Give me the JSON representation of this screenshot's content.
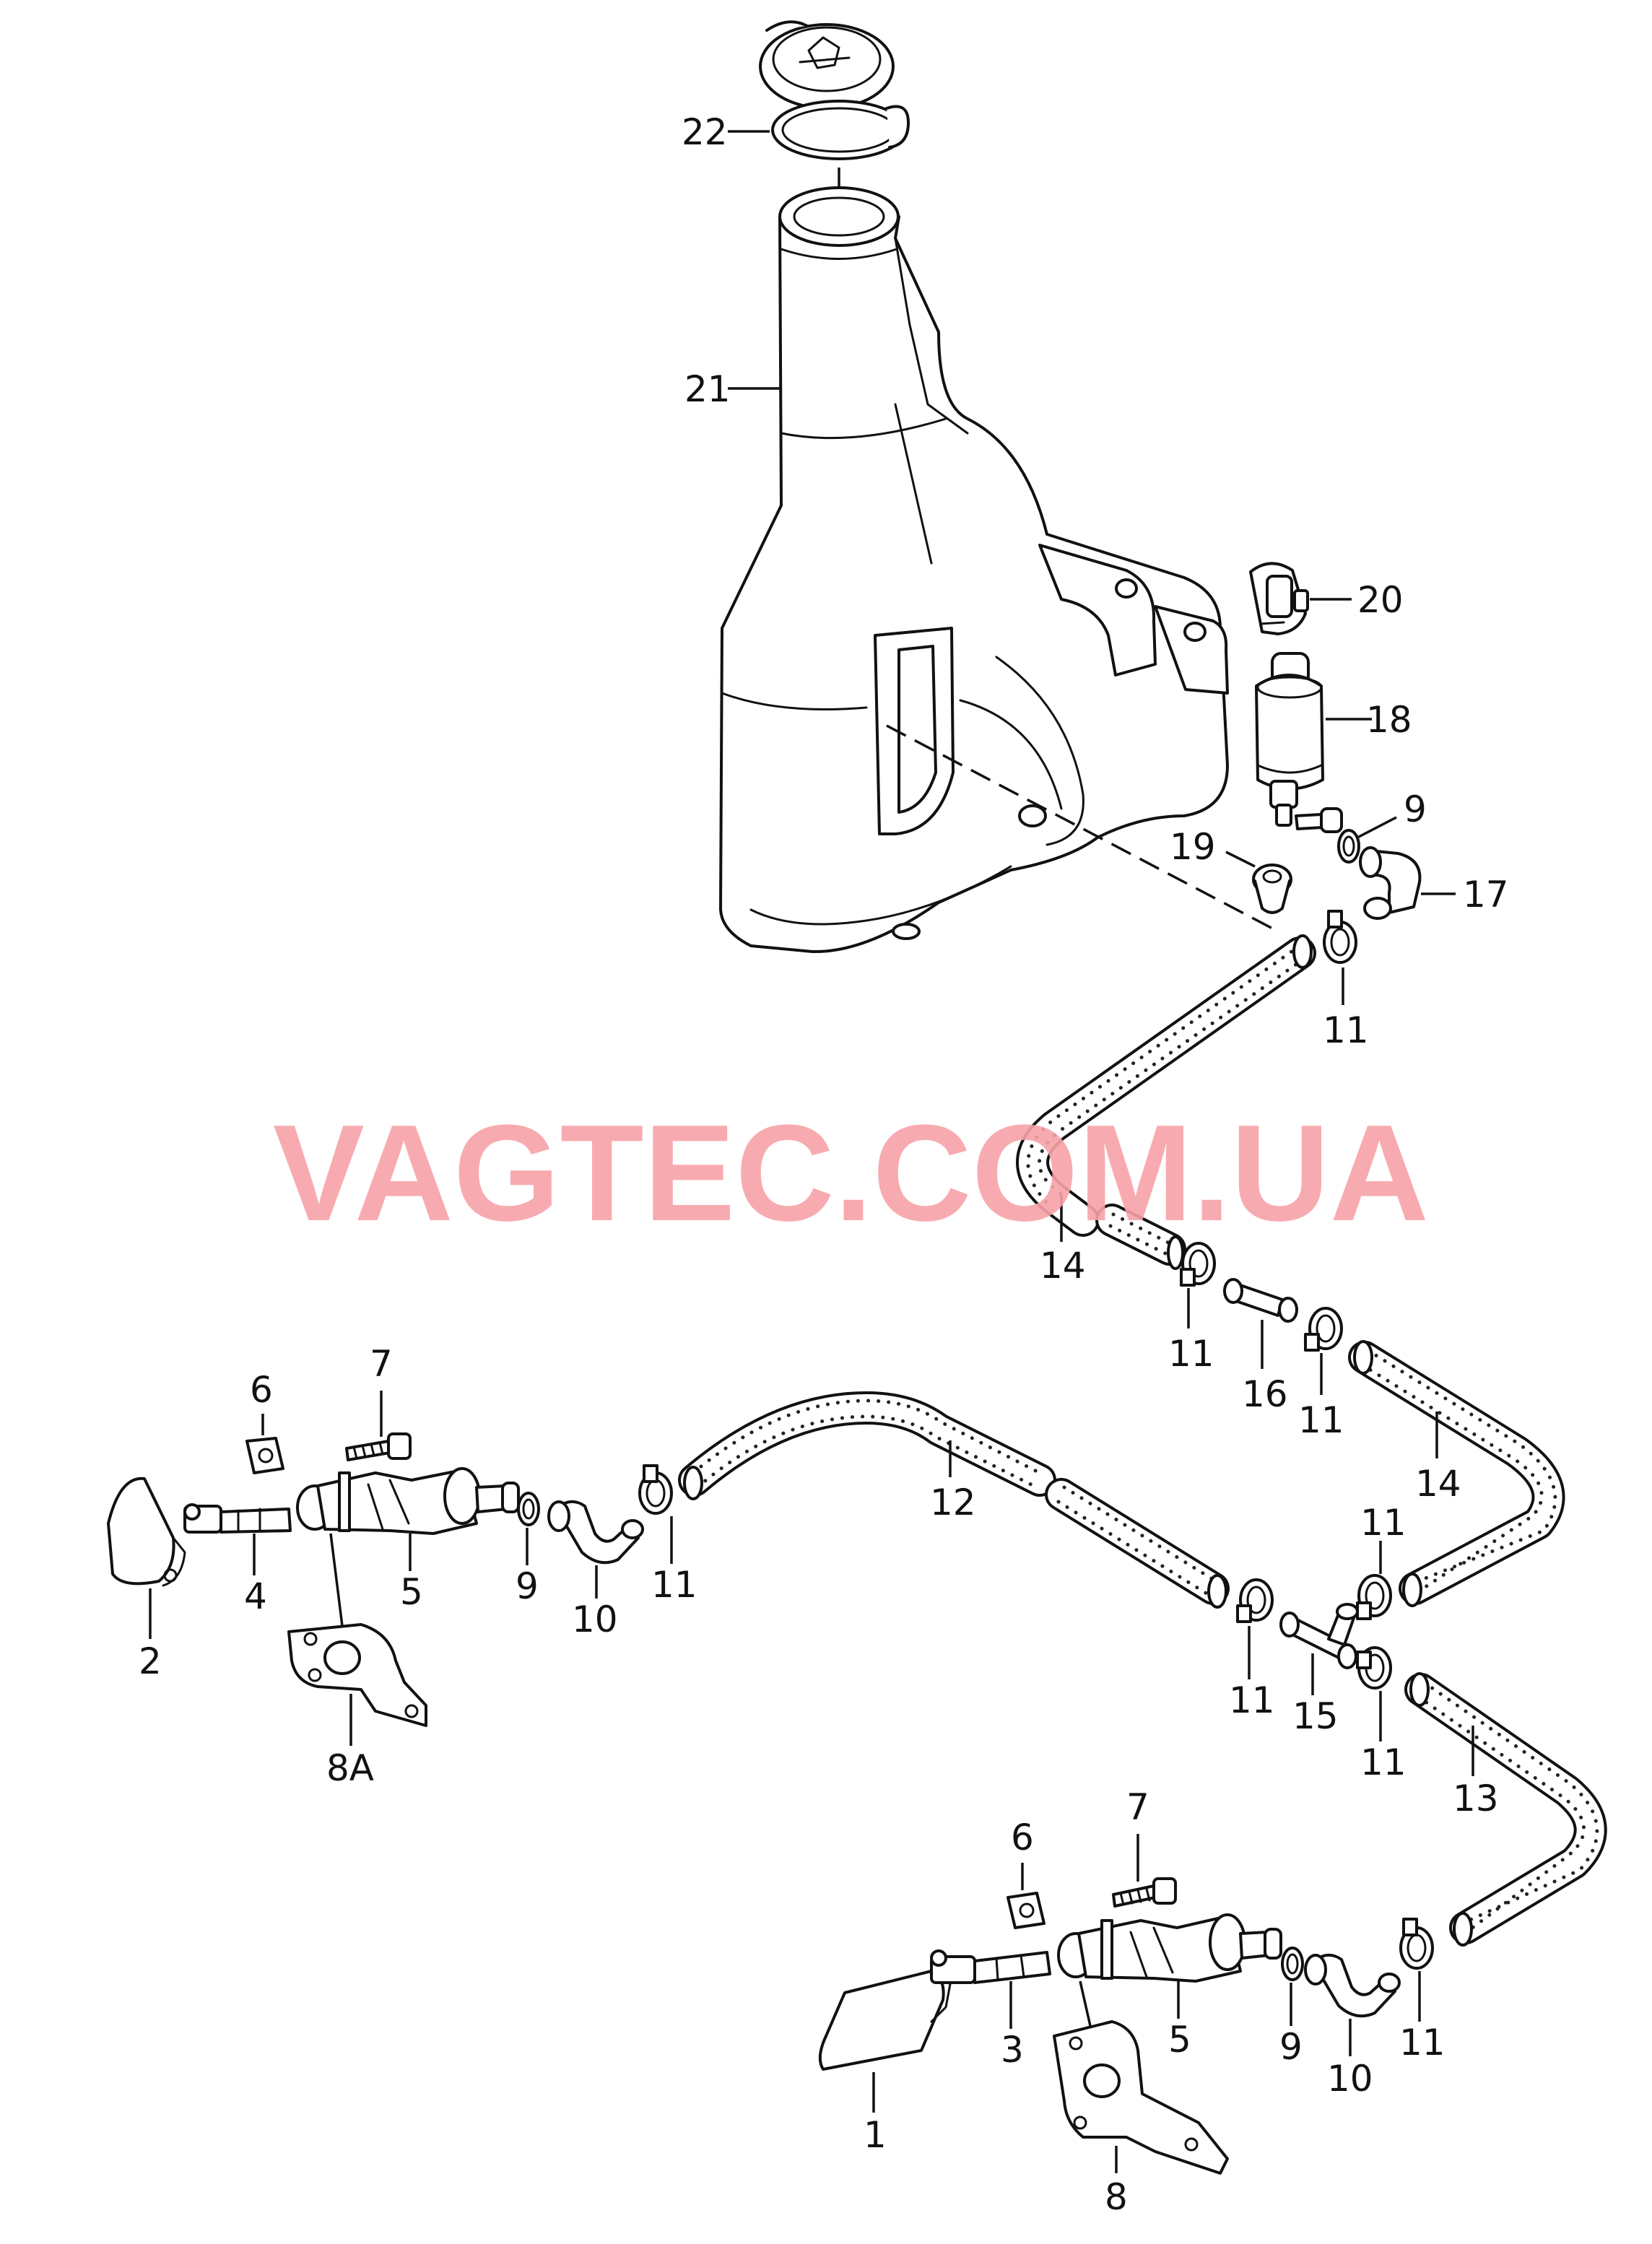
{
  "watermark": "VAGTEC.COM.UA",
  "callouts": {
    "c1": "1",
    "c2": "2",
    "c3": "3",
    "c4": "4",
    "c5a": "5",
    "c5b": "5",
    "c6a": "6",
    "c6b": "6",
    "c7a": "7",
    "c7b": "7",
    "c8": "8",
    "c8a": "8A",
    "c9a": "9",
    "c9b": "9",
    "c9c": "9",
    "c10a": "10",
    "c10b": "10",
    "c11a": "11",
    "c11b": "11",
    "c11c": "11",
    "c11d": "11",
    "c11e": "11",
    "c11f": "11",
    "c11g": "11",
    "c11h": "11",
    "c12": "12",
    "c13": "13",
    "c14a": "14",
    "c14b": "14",
    "c15": "15",
    "c16": "16",
    "c17": "17",
    "c18": "18",
    "c19": "19",
    "c20": "20",
    "c21": "21",
    "c22": "22"
  }
}
